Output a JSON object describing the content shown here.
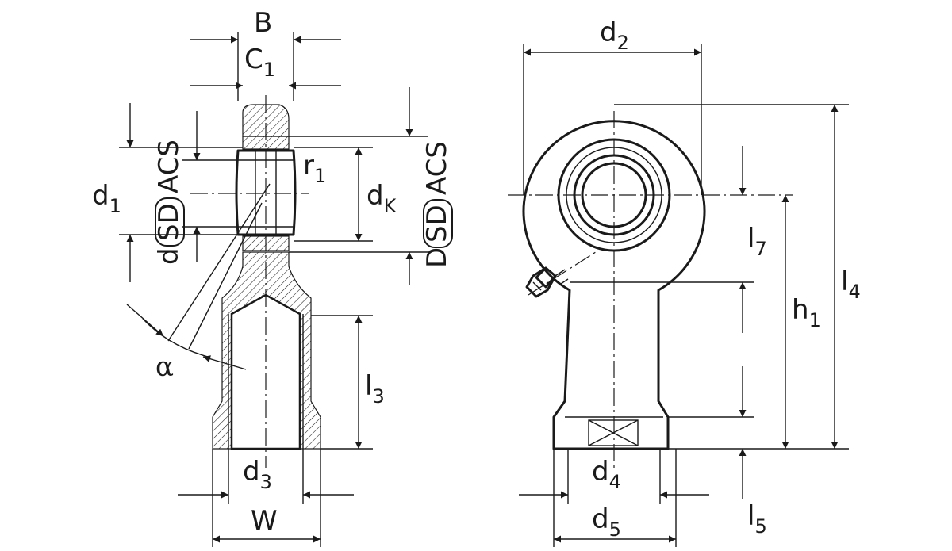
{
  "left_view": {
    "dim_B": "B",
    "dim_C1_main": "C",
    "dim_C1_sub": "1",
    "dim_d1_main": "d",
    "dim_d1_sub": "1",
    "dim_d": "d",
    "seal_left": "SD",
    "acs_left": "ACS",
    "dim_r1_main": "r",
    "dim_r1_sub": "1",
    "dim_dK_main": "d",
    "dim_dK_sub": "K",
    "dim_D": "D",
    "seal_right": "SD",
    "acs_right": "ACS",
    "angle_alpha": "α",
    "dim_l3_main": "l",
    "dim_l3_sub": "3",
    "dim_d3_main": "d",
    "dim_d3_sub": "3",
    "dim_W": "W"
  },
  "right_view": {
    "dim_d2_main": "d",
    "dim_d2_sub": "2",
    "dim_l7_main": "l",
    "dim_l7_sub": "7",
    "dim_h1_main": "h",
    "dim_h1_sub": "1",
    "dim_l4_main": "l",
    "dim_l4_sub": "4",
    "dim_d4_main": "d",
    "dim_d4_sub": "4",
    "dim_d5_main": "d",
    "dim_d5_sub": "5",
    "dim_l5_main": "l",
    "dim_l5_sub": "5"
  },
  "colors": {
    "line": "#1a1a1a",
    "background": "#ffffff"
  }
}
